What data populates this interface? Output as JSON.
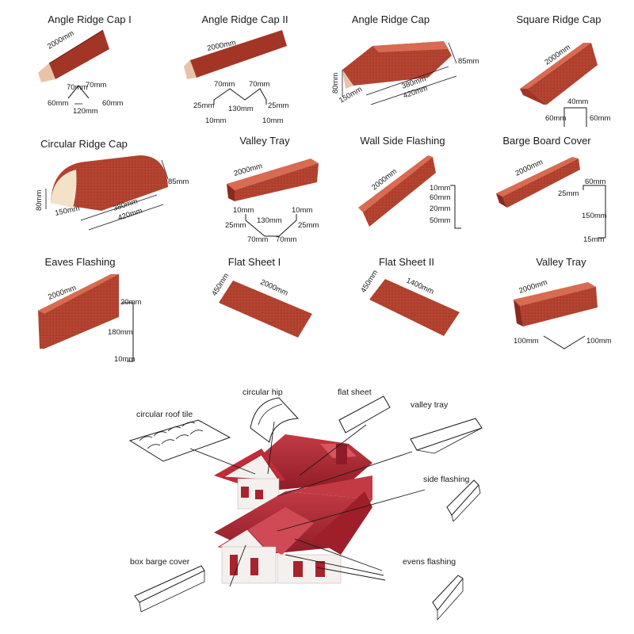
{
  "colors": {
    "tile": "#b23a2a",
    "tile_dark": "#7e2418",
    "tile_light": "#d8674c",
    "roof": "#a8232e",
    "line": "#1a1a1a"
  },
  "products": {
    "p1": {
      "title": "Angle Ridge Cap I",
      "dims": [
        "2000mm",
        "70mm",
        "70mm",
        "60mm",
        "60mm",
        "120mm"
      ]
    },
    "p2": {
      "title": "Angle Ridge Cap II",
      "dims": [
        "2000mm",
        "70mm",
        "70mm",
        "25mm",
        "130mm",
        "25mm",
        "10mm",
        "10mm"
      ]
    },
    "p3": {
      "title": "Angle Ridge Cap",
      "dims": [
        "85mm",
        "80mm",
        "380mm",
        "420mm",
        "150mm"
      ]
    },
    "p4": {
      "title": "Square Ridge Cap",
      "dims": [
        "2000mm",
        "40mm",
        "60mm",
        "60mm"
      ]
    },
    "p5": {
      "title": "Circular Ridge Cap",
      "dims": [
        "85mm",
        "80mm",
        "380mm",
        "420mm",
        "150mm"
      ]
    },
    "p6": {
      "title": "Valley Tray",
      "dims": [
        "2000mm",
        "10mm",
        "10mm",
        "130mm",
        "25mm",
        "25mm",
        "70mm",
        "70mm"
      ]
    },
    "p7": {
      "title": "Wall Side Flashing",
      "dims": [
        "2000mm",
        "10mm",
        "60mm",
        "20mm",
        "50mm"
      ]
    },
    "p8": {
      "title": "Barge Board Cover",
      "dims": [
        "2000mm",
        "60mm",
        "25mm",
        "150mm",
        "15mm"
      ]
    },
    "p9": {
      "title": "Eaves Flashing",
      "dims": [
        "2000mm",
        "20mm",
        "180mm",
        "10mm"
      ]
    },
    "p10": {
      "title": "Flat Sheet I",
      "dims": [
        "450mm",
        "2000mm"
      ]
    },
    "p11": {
      "title": "Flat Sheet II",
      "dims": [
        "450mm",
        "1400mm"
      ]
    },
    "p12": {
      "title": "Valley Tray",
      "dims": [
        "2000mm",
        "100mm",
        "100mm"
      ]
    }
  },
  "labels": {
    "circular_hip": "circular hip",
    "flat_sheet": "flat sheet",
    "circular_roof_tile": "circular roof tile",
    "valley_tray": "valley tray",
    "side_flashing": "side flashing",
    "box_barge_cover": "box barge cover",
    "evens_flashing": "evens flashing"
  }
}
